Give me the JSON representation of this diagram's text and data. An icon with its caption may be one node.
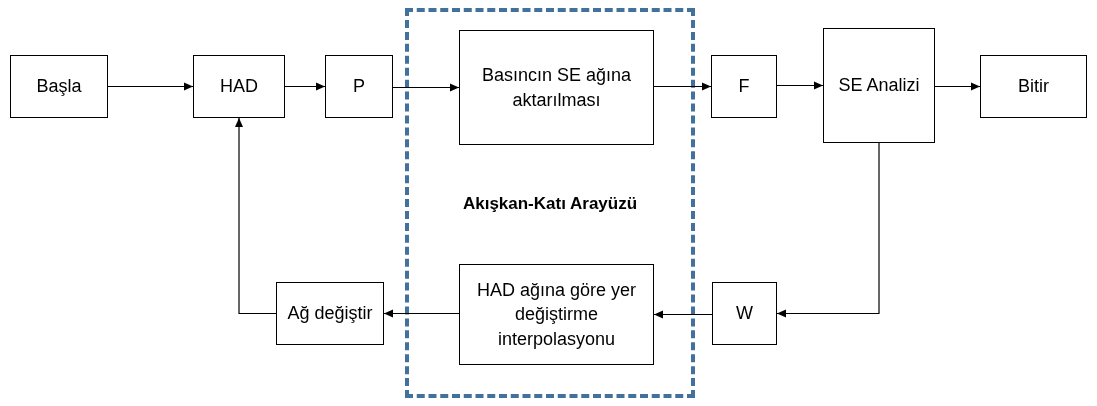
{
  "diagram": {
    "nodes": [
      {
        "text": [
          "Başla"
        ]
      },
      {
        "text": [
          "HAD"
        ]
      },
      {
        "text": [
          "P"
        ]
      },
      {
        "text": [
          "Akışkan-Katı Arayüzü"
        ]
      },
      {
        "text": [
          "Basıncın SE ağına aktarılması"
        ],
        "in": 3
      },
      {
        "text": [
          "F"
        ]
      },
      {
        "text": [
          "SE Analizi"
        ]
      },
      {
        "text": [
          "Bitir"
        ]
      },
      {
        "text": [
          "Ağ değiştir"
        ]
      },
      {
        "text": [
          "HAD ağına göre yer değiştirme interpolasyonu"
        ],
        "in": 3
      },
      {
        "text": [
          "W"
        ]
      }
    ],
    "edges": [
      {
        "from": 0,
        "to": 1,
        "arrow": "to"
      },
      {
        "from": 1,
        "to": 2,
        "arrow": "to"
      },
      {
        "from": 2,
        "to": 4,
        "arrow": "to"
      },
      {
        "from": 4,
        "to": 5,
        "arrow": "to"
      },
      {
        "from": 5,
        "to": 6,
        "arrow": "to"
      },
      {
        "from": 6,
        "to": 7,
        "arrow": "to"
      },
      {
        "from": 6,
        "to": 10,
        "arrow": "to"
      },
      {
        "from": 10,
        "to": 9,
        "arrow": "to"
      },
      {
        "from": 9,
        "to": 8,
        "arrow": "to"
      },
      {
        "from": 8,
        "to": 1,
        "arrow": "to"
      }
    ]
  }
}
